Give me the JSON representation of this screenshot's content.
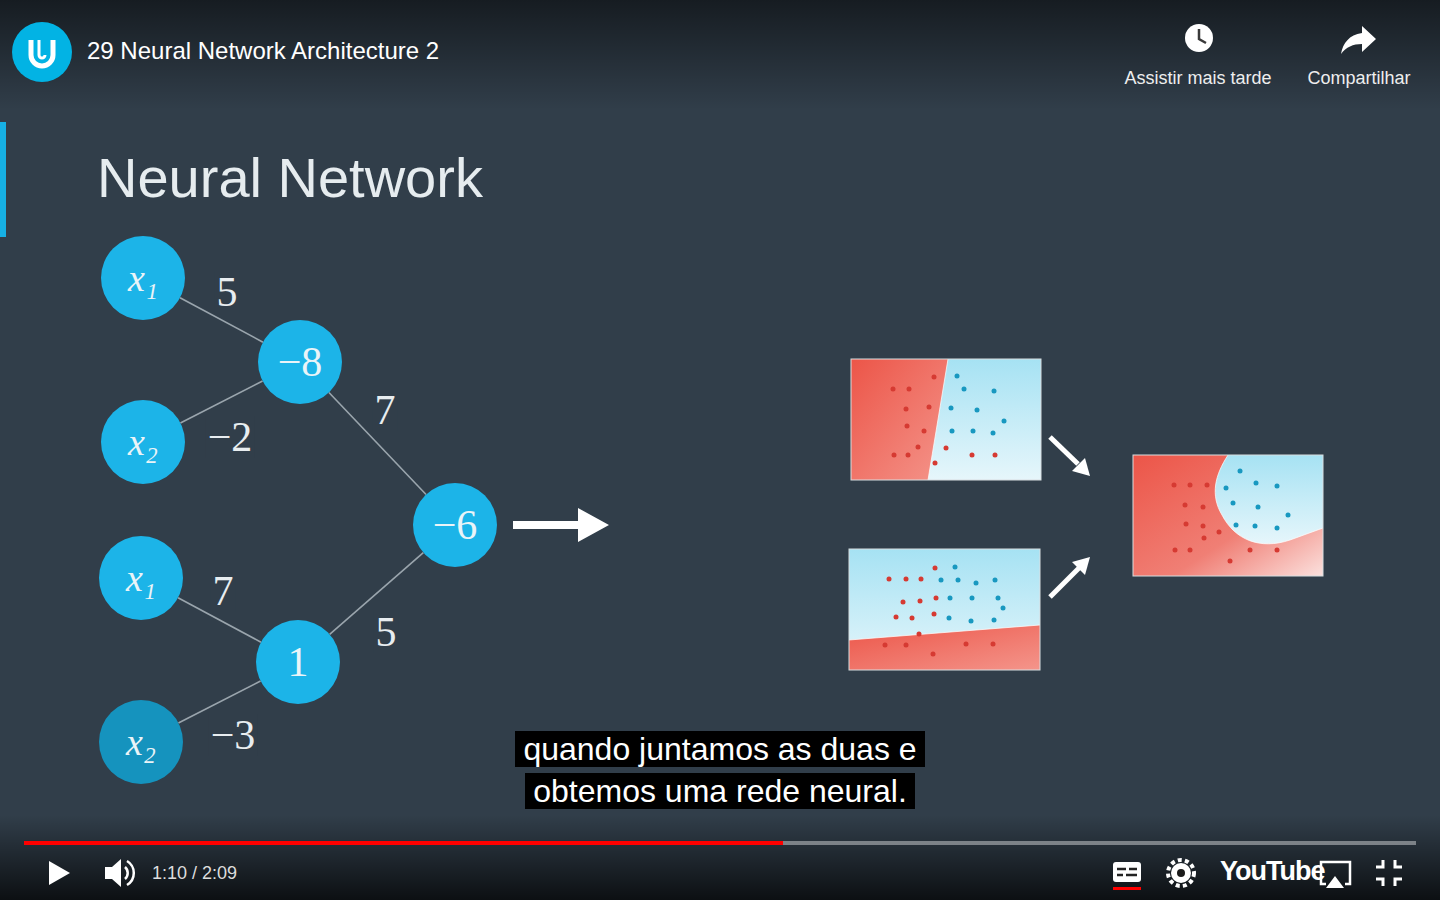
{
  "diagram": {
    "title": "Neural Network",
    "caption": "quando juntamos as duas e obtemos uma rede neural.",
    "nodes": [
      {
        "text": [
          "x₁"
        ]
      },
      {
        "text": [
          "−8"
        ]
      },
      {
        "text": [
          "x₂"
        ]
      },
      {
        "text": [
          "−6"
        ]
      },
      {
        "text": [
          "x₁"
        ]
      },
      {
        "text": [
          "1"
        ]
      },
      {
        "text": [
          "x₂"
        ]
      }
    ],
    "edges": [
      {
        "from": 0,
        "to": 1,
        "arrow": "none",
        "label": "5"
      },
      {
        "from": 2,
        "to": 1,
        "arrow": "none",
        "label": "−2"
      },
      {
        "from": 1,
        "to": 3,
        "arrow": "none",
        "label": "7"
      },
      {
        "from": 4,
        "to": 5,
        "arrow": "none",
        "label": "7"
      },
      {
        "from": 6,
        "to": 5,
        "arrow": "none",
        "label": "−3"
      },
      {
        "from": 5,
        "to": 3,
        "arrow": "none",
        "label": "5"
      }
    ],
    "labels": [
      "29 Neural Network Architecture 2",
      "Assistir mais tarde",
      "Compartilhar",
      "1:10 / 2:09",
      "YouTube"
    ]
  }
}
